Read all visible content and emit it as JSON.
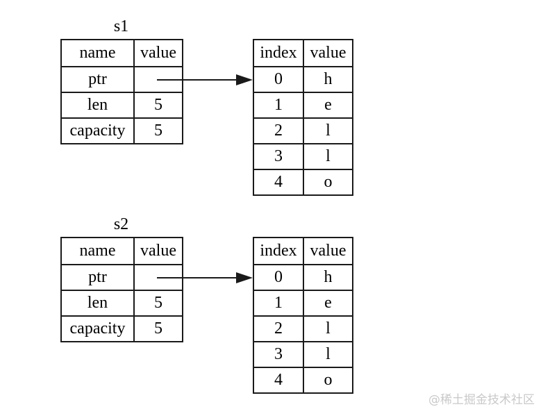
{
  "colors": {
    "background": "#ffffff",
    "border": "#1a1a1a",
    "text": "#000000",
    "watermark": "#c9c9c9"
  },
  "watermark": "@稀土掘金技术社区",
  "groups": [
    {
      "title": "s1",
      "stack_table": {
        "headers": [
          "name",
          "value"
        ],
        "rows": [
          [
            "ptr",
            ""
          ],
          [
            "len",
            "5"
          ],
          [
            "capacity",
            "5"
          ]
        ]
      },
      "heap_table": {
        "headers": [
          "index",
          "value"
        ],
        "rows": [
          [
            "0",
            "h"
          ],
          [
            "1",
            "e"
          ],
          [
            "2",
            "l"
          ],
          [
            "3",
            "l"
          ],
          [
            "4",
            "o"
          ]
        ]
      }
    },
    {
      "title": "s2",
      "stack_table": {
        "headers": [
          "name",
          "value"
        ],
        "rows": [
          [
            "ptr",
            ""
          ],
          [
            "len",
            "5"
          ],
          [
            "capacity",
            "5"
          ]
        ]
      },
      "heap_table": {
        "headers": [
          "index",
          "value"
        ],
        "rows": [
          [
            "0",
            "h"
          ],
          [
            "1",
            "e"
          ],
          [
            "2",
            "l"
          ],
          [
            "3",
            "l"
          ],
          [
            "4",
            "o"
          ]
        ]
      }
    }
  ]
}
